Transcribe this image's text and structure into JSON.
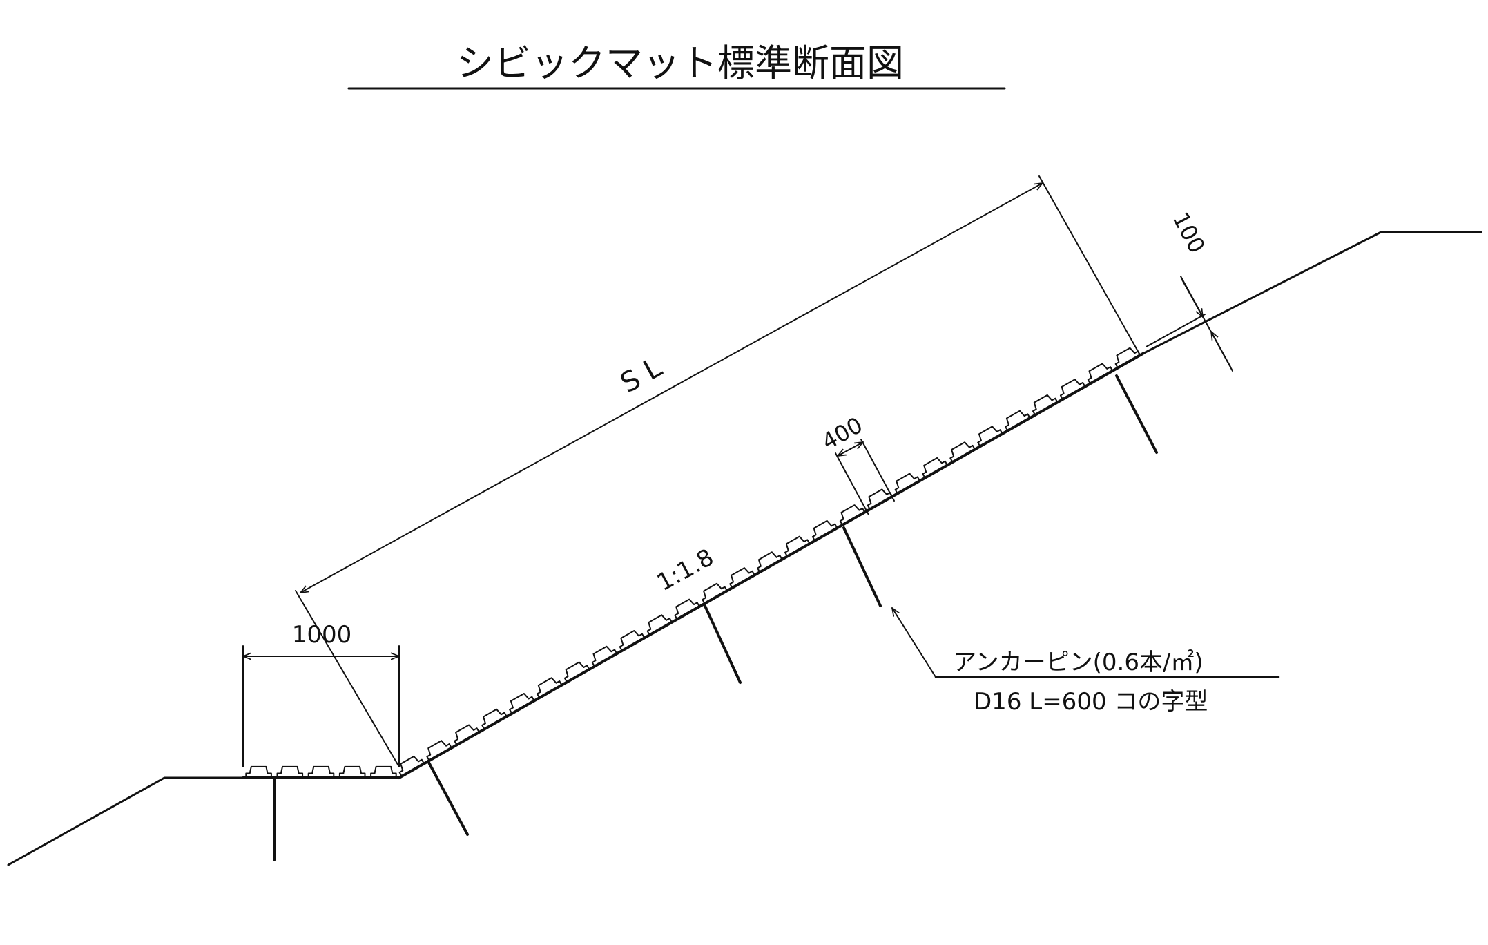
{
  "title": "シビックマット標準断面図",
  "labels": {
    "slope_length": "S L",
    "slope_ratio": "1:1.8",
    "toe_width": "1000",
    "module_width": "400",
    "thickness": "100"
  },
  "callout": {
    "line1": "アンカーピン(0.6本/㎡)",
    "line2": "D16 L=600 コの字型"
  },
  "colors": {
    "ink": "#111111",
    "background": "#ffffff"
  }
}
